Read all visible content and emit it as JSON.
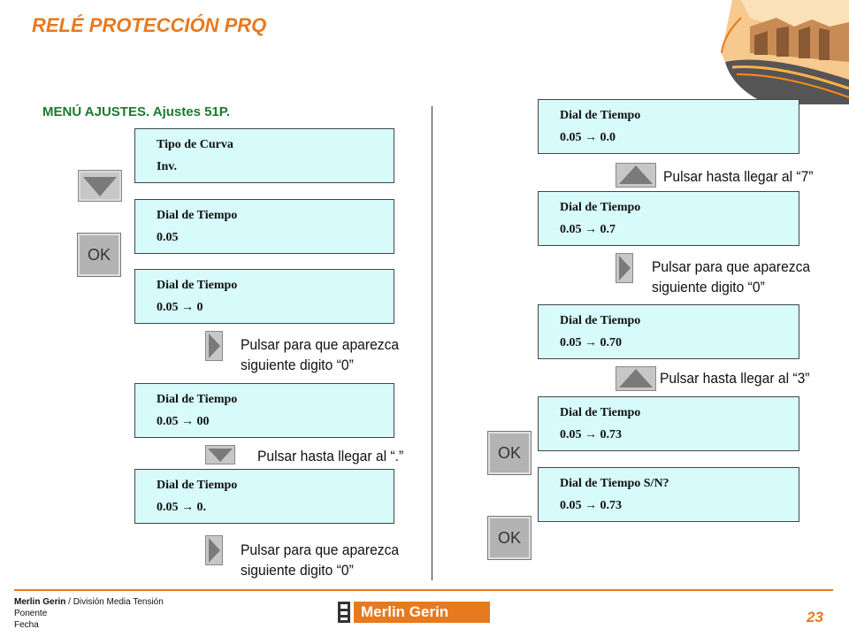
{
  "header": {
    "title": "RELÉ PROTECCIÓN PRQ",
    "subtitle": "MENÚ AJUSTES. Ajustes 51P."
  },
  "left_column": {
    "screens": [
      {
        "line1": "Tipo de Curva",
        "line2": "Inv."
      },
      {
        "line1": "Dial de Tiempo",
        "line2": "0.05"
      },
      {
        "line1": "Dial de Tiempo",
        "line2": "0.05 → 0"
      },
      {
        "line1": "Dial de Tiempo",
        "line2": "0.05 → 00"
      },
      {
        "line1": "Dial de Tiempo",
        "line2": "0.05 → 0."
      }
    ],
    "instructions": [
      {
        "text": "Pulsar para que aparezca\nsiguiente digito “0”"
      },
      {
        "text": "Pulsar hasta llegar al “.”"
      },
      {
        "text": "Pulsar para que aparezca\nsiguiente digito “0”"
      }
    ],
    "ok_label": "OK"
  },
  "right_column": {
    "screens": [
      {
        "line1": "Dial de Tiempo",
        "line2": "0.05 → 0.0"
      },
      {
        "line1": "Dial de Tiempo",
        "line2": "0.05 → 0.7"
      },
      {
        "line1": "Dial de Tiempo",
        "line2": "0.05 → 0.70"
      },
      {
        "line1": "Dial de Tiempo",
        "line2": "0.05 → 0.73"
      },
      {
        "line1": "Dial de Tiempo S/N?",
        "line2": "0.05 → 0.73"
      }
    ],
    "instructions": [
      {
        "text": "Pulsar hasta llegar al “7”"
      },
      {
        "text": "Pulsar para que aparezca\nsiguiente digito “0”"
      },
      {
        "text": "Pulsar hasta llegar al “3”"
      }
    ],
    "ok_label": "OK"
  },
  "footer": {
    "company": "Merlin Gerin",
    "division": " / División Media Tensión",
    "line2": "Ponente",
    "line3": "Fecha",
    "logo_text": "Merlin Gerin",
    "page_number": "23"
  },
  "colors": {
    "accent": "#e8791e",
    "subtitle": "#1a7a2e",
    "lcd_background": "#d7fbfb"
  }
}
